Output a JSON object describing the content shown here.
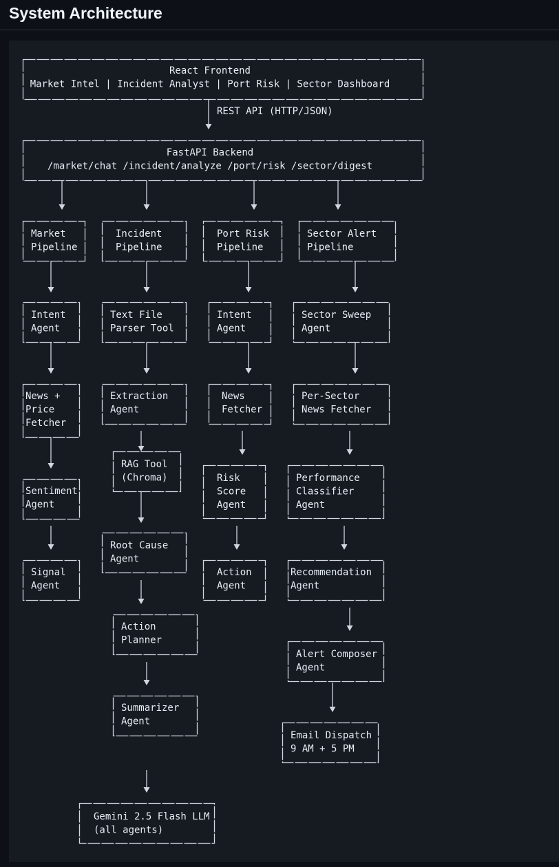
{
  "header": {
    "title": "System Architecture"
  },
  "diagram": {
    "edge_label": "REST API (HTTP/JSON)",
    "nodes": {
      "frontend": [
        "React Frontend",
        "Market Intel | Incident Analyst | Port Risk | Sector Dashboard"
      ],
      "backend": [
        "FastAPI Backend",
        "/market/chat  /incident/analyze  /port/risk  /sector/digest"
      ],
      "market_pipe": [
        "Market",
        "Pipeline"
      ],
      "m_intent": [
        "Intent",
        "Agent"
      ],
      "m_news": [
        "News +",
        "Price",
        "Fetcher"
      ],
      "m_sent": [
        "Sentiment",
        "Agent"
      ],
      "m_signal": [
        "Signal",
        "Agent"
      ],
      "inc_pipe": [
        "Incident",
        "Pipeline"
      ],
      "i_parser": [
        "Text File",
        "Parser Tool"
      ],
      "i_extract": [
        "Extraction",
        "Agent"
      ],
      "i_rag": [
        "RAG Tool",
        "(Chroma)"
      ],
      "i_root": [
        "Root Cause",
        "Agent"
      ],
      "i_action": [
        "Action",
        "Planner"
      ],
      "i_summ": [
        "Summarizer",
        "Agent"
      ],
      "gemini": [
        "Gemini 2.5 Flash LLM",
        "(all agents)"
      ],
      "port_pipe": [
        "Port Risk",
        "Pipeline"
      ],
      "p_intent": [
        "Intent",
        "Agent"
      ],
      "p_news": [
        "News",
        "Fetcher"
      ],
      "p_risk": [
        "Risk",
        "Score",
        "Agent"
      ],
      "p_action": [
        "Action",
        "Agent"
      ],
      "sec_pipe": [
        "Sector Alert",
        "Pipeline"
      ],
      "s_sweep": [
        "Sector Sweep",
        "Agent"
      ],
      "s_news": [
        "Per-Sector",
        "News Fetcher"
      ],
      "s_perf": [
        "Performance",
        "Classifier",
        "Agent"
      ],
      "s_rec": [
        "Recommendation",
        "Agent"
      ],
      "s_alert": [
        "Alert Composer",
        "Agent"
      ],
      "s_email": [
        "Email Dispatch",
        "9 AM + 5 PM"
      ]
    }
  }
}
